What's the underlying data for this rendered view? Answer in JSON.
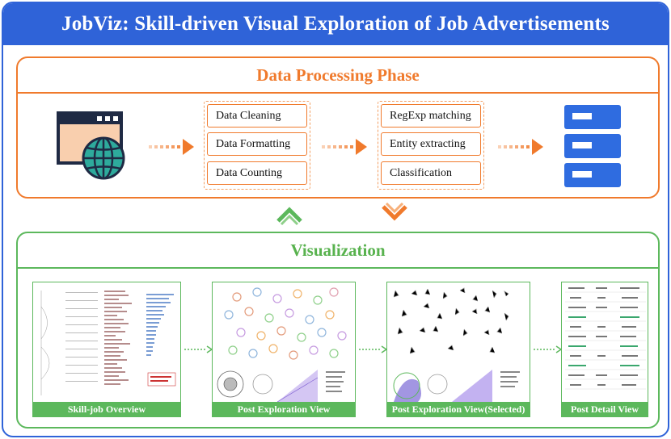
{
  "title": "JobViz: Skill-driven Visual Exploration of Job Advertisements",
  "processing": {
    "title": "Data Processing Phase",
    "group1": [
      "Data Cleaning",
      "Data Formatting",
      "Data Counting"
    ],
    "group2": [
      "RegExp matching",
      "Entity extracting",
      "Classification"
    ]
  },
  "visualization": {
    "title": "Visualization",
    "views": [
      "Skill-job Overview",
      "Post Exploration View",
      "Post Exploration View(Selected)",
      "Post Detail View"
    ]
  },
  "colors": {
    "banner": "#2f63d8",
    "processing": "#f07a2c",
    "visualization": "#5cb85c"
  },
  "icons": [
    "web-globe-icon",
    "database-icon",
    "arrow-up-icon",
    "arrow-down-icon"
  ]
}
